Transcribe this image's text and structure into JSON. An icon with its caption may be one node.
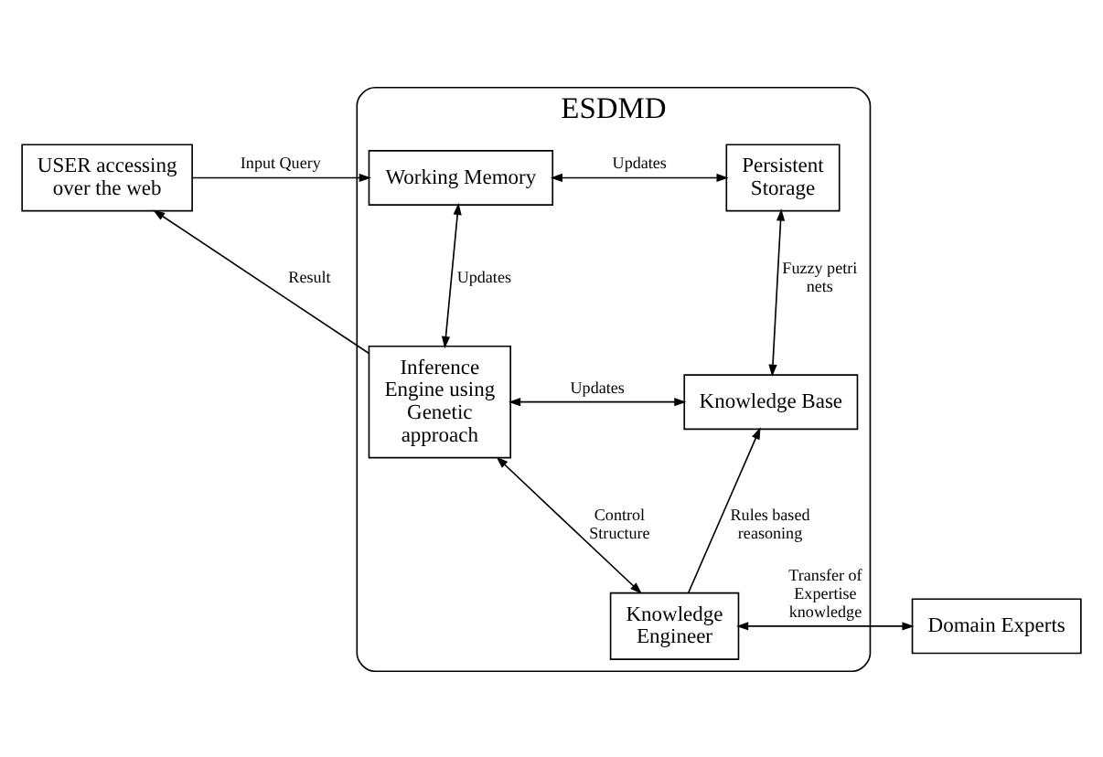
{
  "diagram": {
    "nodes": [
      {
        "text": [
          "ESDMD"
        ]
      },
      {
        "text": [
          "Working Memory"
        ],
        "in": 0
      },
      {
        "text": [
          "Persistent Storage"
        ],
        "in": 0
      },
      {
        "text": [
          "Inference Engine using Genetic approach"
        ],
        "in": 0
      },
      {
        "text": [
          "Knowledge Base"
        ],
        "in": 0
      },
      {
        "text": [
          "Knowledge Engineer"
        ],
        "in": 0
      },
      {
        "text": [
          "USER accessing over the web"
        ]
      },
      {
        "text": [
          "Domain Experts"
        ]
      }
    ],
    "edges": [
      {
        "from": 6,
        "to": 1,
        "arrow": "to",
        "label": "Input Query"
      },
      {
        "from": 3,
        "to": 6,
        "arrow": "to",
        "label": "Result"
      },
      {
        "from": 1,
        "to": 2,
        "arrow": "both",
        "label": "Updates"
      },
      {
        "from": 1,
        "to": 3,
        "arrow": "both",
        "label": "Updates"
      },
      {
        "from": 2,
        "to": 4,
        "arrow": "both",
        "label": "Fuzzy petri nets"
      },
      {
        "from": 3,
        "to": 4,
        "arrow": "both",
        "label": "Updates"
      },
      {
        "from": 3,
        "to": 5,
        "arrow": "both",
        "label": "Control Structure"
      },
      {
        "from": 5,
        "to": 4,
        "arrow": "to",
        "label": "Rules based reasoning"
      },
      {
        "from": 7,
        "to": 5,
        "arrow": "both",
        "label": "Transfer of Expertise knowledge"
      }
    ]
  }
}
